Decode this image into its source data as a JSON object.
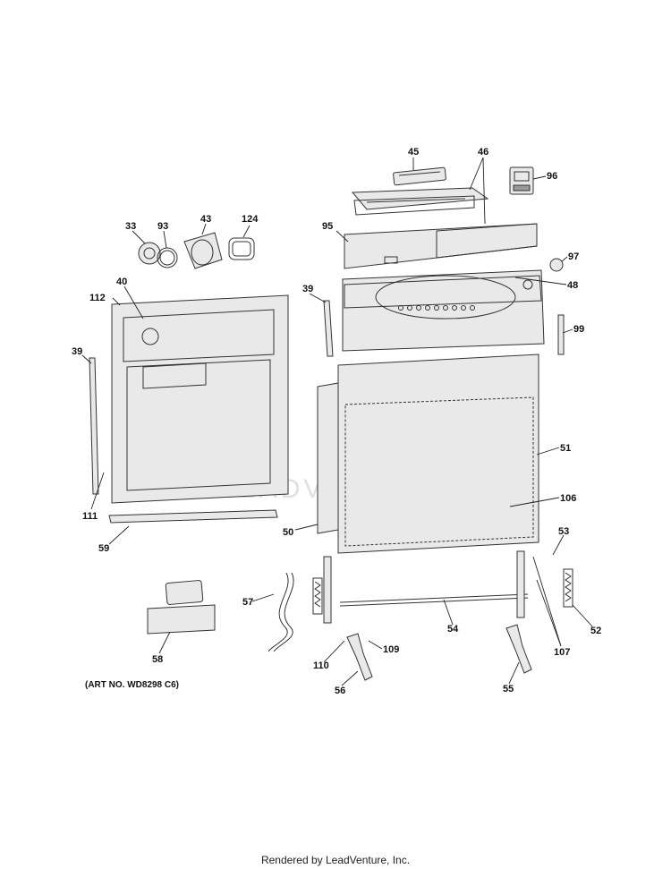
{
  "watermark": "LEADVENTURE",
  "art_number": "(ART NO. WD8298 C6)",
  "footer": "Rendered by LeadVenture, Inc.",
  "callouts": [
    {
      "id": "c45",
      "text": "45"
    },
    {
      "id": "c46",
      "text": "46"
    },
    {
      "id": "c96",
      "text": "96"
    },
    {
      "id": "c33",
      "text": "33"
    },
    {
      "id": "c93",
      "text": "93"
    },
    {
      "id": "c43",
      "text": "43"
    },
    {
      "id": "c124",
      "text": "124"
    },
    {
      "id": "c95",
      "text": "95"
    },
    {
      "id": "c97",
      "text": "97"
    },
    {
      "id": "c112",
      "text": "112"
    },
    {
      "id": "c40",
      "text": "40"
    },
    {
      "id": "c39a",
      "text": "39"
    },
    {
      "id": "c48",
      "text": "48"
    },
    {
      "id": "c99",
      "text": "99"
    },
    {
      "id": "c39b",
      "text": "39"
    },
    {
      "id": "c51",
      "text": "51"
    },
    {
      "id": "c106",
      "text": "106"
    },
    {
      "id": "c111",
      "text": "111"
    },
    {
      "id": "c59",
      "text": "59"
    },
    {
      "id": "c50",
      "text": "50"
    },
    {
      "id": "c53",
      "text": "53"
    },
    {
      "id": "c57",
      "text": "57"
    },
    {
      "id": "c52",
      "text": "52"
    },
    {
      "id": "c54",
      "text": "54"
    },
    {
      "id": "c107",
      "text": "107"
    },
    {
      "id": "c58",
      "text": "58"
    },
    {
      "id": "c110",
      "text": "110"
    },
    {
      "id": "c109",
      "text": "109"
    },
    {
      "id": "c56",
      "text": "56"
    },
    {
      "id": "c55",
      "text": "55"
    }
  ]
}
